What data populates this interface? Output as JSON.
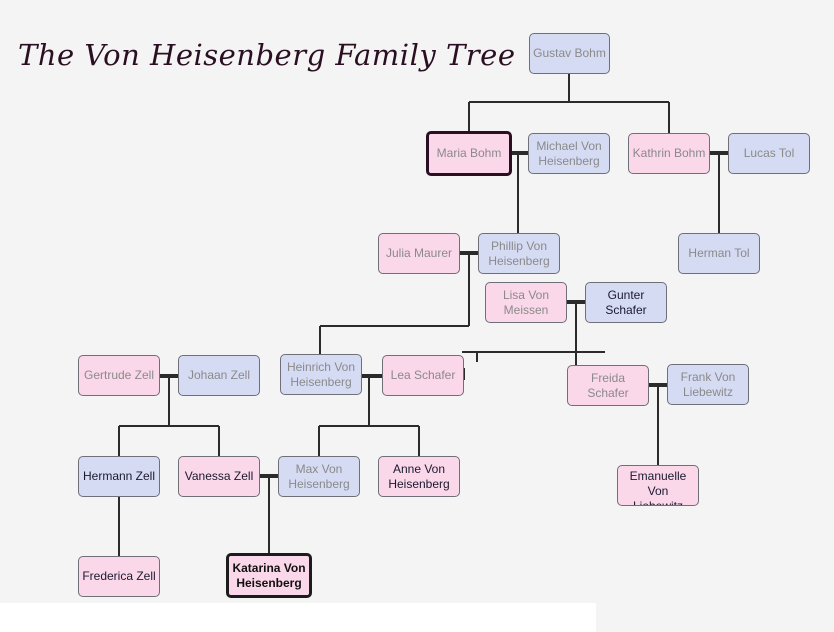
{
  "title": "The Von Heisenberg Family Tree",
  "people": {
    "gustav_bohm": "Gustav Bohm",
    "maria_bohm": "Maria Bohm",
    "michael_von_heisenberg": "Michael Von Heisenberg",
    "kathrin_bohm": "Kathrin Bohm",
    "lucas_tol": "Lucas Tol",
    "herman_tol": "Herman Tol",
    "julia_maurer": "Julia Maurer",
    "phillip_von_heisenberg": "Phillip Von Heisenberg",
    "lisa_von_meissen": "Lisa Von Meissen",
    "gunter_schafer": "Gunter Schafer",
    "gertrude_zell": "Gertrude Zell",
    "johaan_zell": "Johaan Zell",
    "heinrich_von_heisenberg": "Heinrich Von Heisenberg",
    "lea_schafer": "Lea Schafer",
    "freida_schafer": "Freida Schafer",
    "frank_von_liebewitz": "Frank Von Liebewitz",
    "hermann_zell": "Hermann Zell",
    "vanessa_zell": "Vanessa Zell",
    "max_von_heisenberg": "Max Von Heisenberg",
    "anne_von_heisenberg": "Anne Von Heisenberg",
    "emanuelle_von_liebewitz": "Emanuelle Von Liebewitz",
    "frederica_zell": "Frederica Zell",
    "katarina_von_heisenberg": "Katarina Von Heisenberg"
  },
  "colors": {
    "female": "#fbd7ea",
    "male": "#d6dbf4",
    "connector": "#2b2b2b"
  }
}
